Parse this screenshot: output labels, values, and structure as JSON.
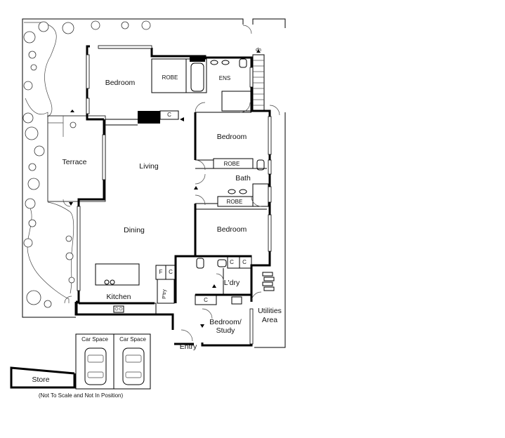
{
  "rooms": {
    "bedroom1": "Bedroom",
    "robe1": "ROBE",
    "ens": "ENS",
    "bedroom2": "Bedroom",
    "robe2": "ROBE",
    "bath": "Bath",
    "robe3": "ROBE",
    "bedroom3": "Bedroom",
    "terrace": "Terrace",
    "living": "Living",
    "dining": "Dining",
    "kitchen": "Kitchen",
    "pantry": "P'try",
    "laundry": "L'dry",
    "study_line1": "Bedroom/",
    "study_line2": "Study",
    "entry": "Entry",
    "utilities_line1": "Utilities",
    "utilities_line2": "Area",
    "carspace1": "Car Space",
    "carspace2": "Car Space",
    "store": "Store"
  },
  "labels": {
    "down": "dn",
    "cupboard": "C",
    "fridge": "F"
  },
  "footnote": "(Not To Scale and Not In Position)"
}
